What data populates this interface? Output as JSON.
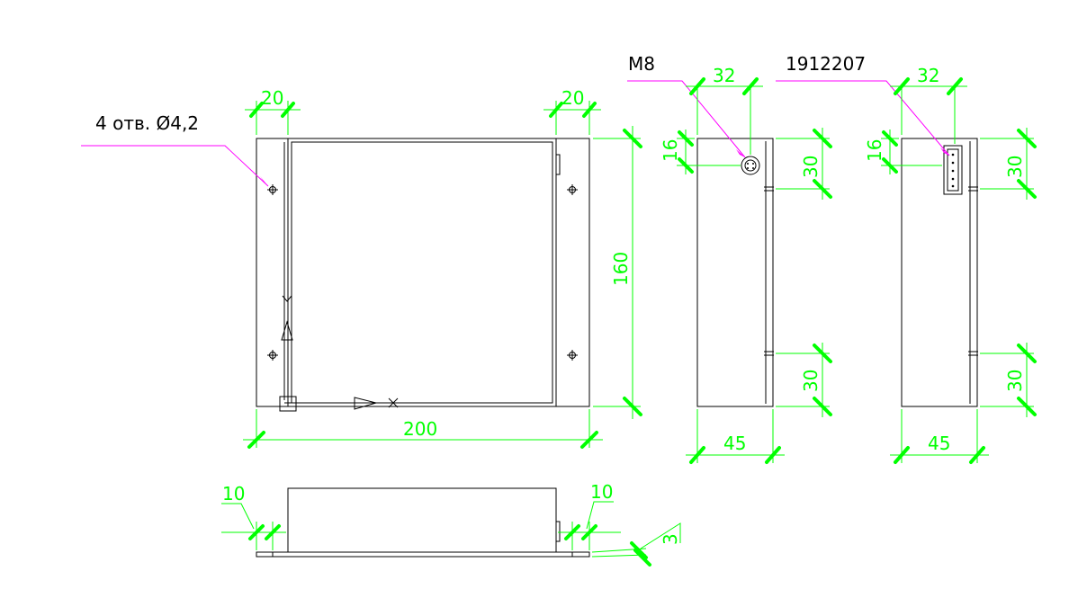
{
  "front_view": {
    "hole_note": "4 отв. Ø4,2",
    "width_label": "200",
    "height_label": "160",
    "left_flange_label": "20",
    "right_flange_label": "20"
  },
  "side_view_m8": {
    "connector_label": "M8",
    "connector_offset_label": "32",
    "connector_height_label": "16",
    "top_slot_label": "30",
    "bottom_slot_label": "30",
    "depth_label": "45"
  },
  "side_view_1912207": {
    "connector_label": "1912207",
    "connector_offset_label": "32",
    "connector_height_label": "16",
    "top_slot_label": "30",
    "bottom_slot_label": "30",
    "depth_label": "45"
  },
  "bottom_view": {
    "left_flange_label": "10",
    "right_flange_label": "10",
    "plate_thickness_label": "3"
  },
  "colors": {
    "outline": "#000000",
    "dimension": "#00ff00",
    "leader": "#ff00ff"
  }
}
